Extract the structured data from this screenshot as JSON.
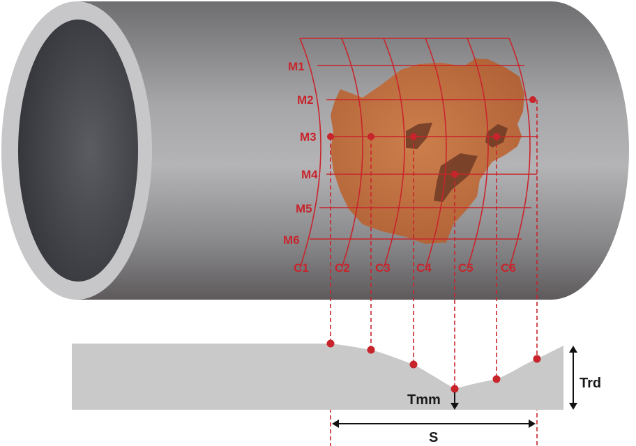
{
  "diagram": {
    "row_labels": [
      "M1",
      "M2",
      "M3",
      "M4",
      "M5",
      "M6"
    ],
    "column_labels": [
      "C1",
      "C2",
      "C3",
      "C4",
      "C5",
      "C6"
    ],
    "dimension_labels": {
      "min_thickness": "Tmm",
      "wall_thickness": "Trd",
      "span": "S"
    },
    "colors": {
      "grid_line": "#c8242b",
      "measurement_point": "#c8242b",
      "corrosion_patch": "#c0622e",
      "corrosion_pit": "#6e3a26",
      "pipe_body": "#8c8c8c",
      "pipe_bore": "#4a4c52",
      "profile_fill": "#c9c9c9",
      "dimension_line": "#111111"
    }
  }
}
